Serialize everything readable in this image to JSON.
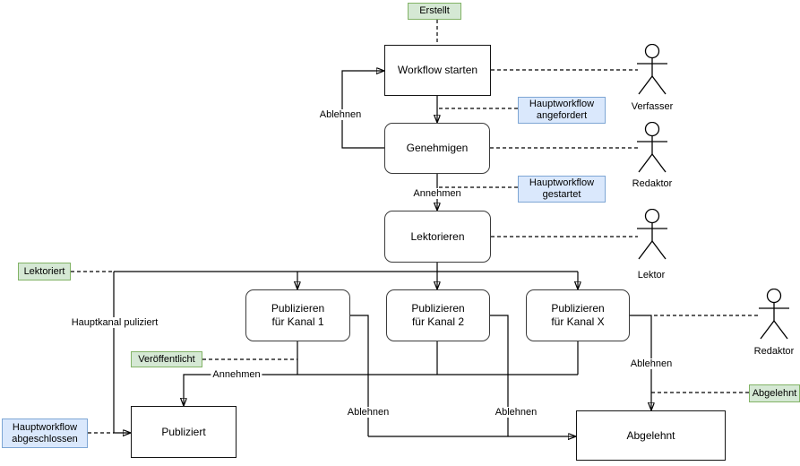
{
  "colors": {
    "green_fill": "#d5e8d4",
    "green_border": "#82b366",
    "blue_fill": "#dae8fc",
    "blue_border": "#7ea6d4",
    "line": "#000000"
  },
  "nodes": {
    "workflow_starten": "Workflow starten",
    "genehmigen": "Genehmigen",
    "lektorieren": "Lektorieren",
    "publizieren_kanal_1": {
      "line1": "Publizieren",
      "line2": "für Kanal 1"
    },
    "publizieren_kanal_2": {
      "line1": "Publizieren",
      "line2": "für Kanal 2"
    },
    "publizieren_kanal_x": {
      "line1": "Publizieren",
      "line2": "für Kanal X"
    },
    "publiziert": "Publiziert",
    "abgelehnt": "Abgelehnt"
  },
  "badges": {
    "erstellt": "Erstellt",
    "lektoriert": "Lektoriert",
    "veroeffentlicht": "Veröffentlicht",
    "abgelehnt": "Abgelehnt",
    "hauptworkflow_angefordert": {
      "line1": "Hauptworkflow",
      "line2": "angefordert"
    },
    "hauptworkflow_gestartet": {
      "line1": "Hauptworkflow",
      "line2": "gestartet"
    },
    "hauptworkflow_abgeschlossen": {
      "line1": "Hauptworkflow",
      "line2": "abgeschlossen"
    }
  },
  "edge_labels": {
    "ablehnen_loop": "Ablehnen",
    "annehmen_top": "Annehmen",
    "hauptkanal_publiziert": "Hauptkanal puliziert",
    "annehmen_bottom": "Annehmen",
    "ablehnen_kanal_1": "Ablehnen",
    "ablehnen_kanal_2": "Ablehnen",
    "ablehnen_kanal_x": "Ablehnen"
  },
  "actors": {
    "verfasser": "Verfasser",
    "redaktor_oben": "Redaktor",
    "lektor": "Lektor",
    "redaktor_unten": "Redaktor"
  }
}
